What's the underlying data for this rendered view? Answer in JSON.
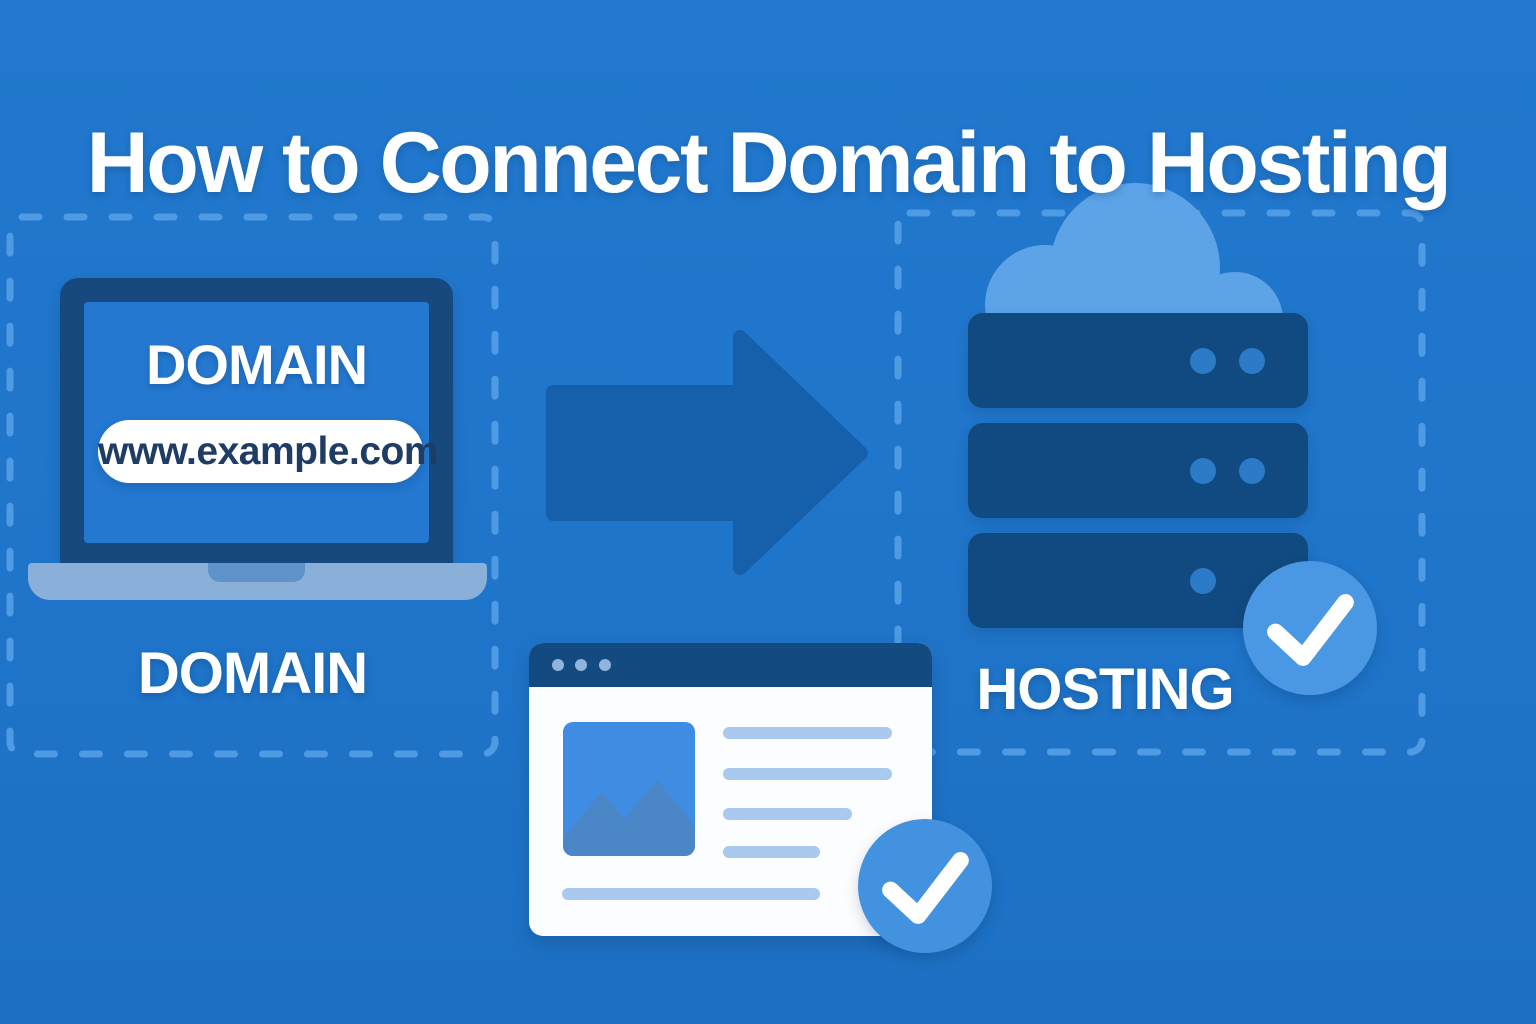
{
  "title": "How to Connect Domain to Hosting",
  "domain_section": {
    "screen_label": "DOMAIN",
    "url_text": "www.example.com",
    "caption": "DOMAIN"
  },
  "hosting_section": {
    "caption": "HOSTING"
  },
  "icons": {
    "laptop-icon": "css-shape",
    "arrow-right-icon": "svg-polygon",
    "cloud-icon": "svg-circles",
    "server-stack-icon": "css-rects-with-led-dots",
    "check-icon": "svg-check-stroke",
    "browser-window-icon": "css-shape",
    "mountain-icon": "svg-polygon"
  },
  "colors": {
    "background": "#1F75CA",
    "dashed_border": "#4E9AE3",
    "dark_navy": "#134A80",
    "laptop_screen_blue": "#2478D0",
    "arrow_blue": "#1660AB",
    "cloud_blue": "#5CA3E8",
    "server_led_blue": "#2B7BC8",
    "check_circle_blue": "#4A97E3",
    "laptop_base_blue": "#8AB0D9",
    "browser_line_blue": "#A9C9EF",
    "image_placeholder_blue": "#3F8DE2",
    "mountain_blue": "#4B86C6",
    "url_text_navy": "#1E3C64",
    "text_white": "#FFFFFF"
  }
}
